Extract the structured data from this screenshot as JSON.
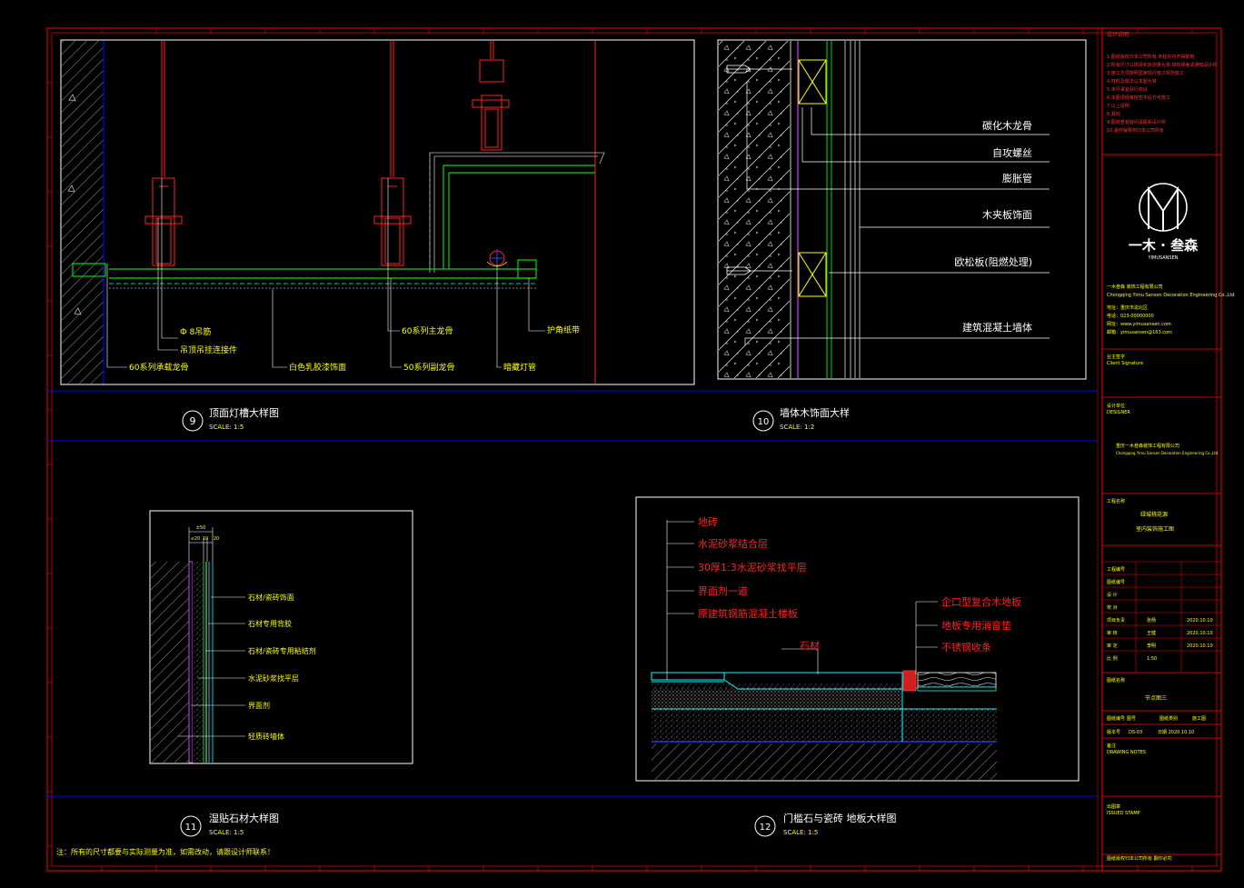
{
  "details": {
    "d9": {
      "num": "9",
      "title": "顶面灯槽大样图",
      "scale": "SCALE: 1:5",
      "labels": [
        "Ф 8吊筋",
        "吊顶吊挂连接件",
        "60系列承载龙骨",
        "白色乳胶漆饰面",
        "60系列主龙骨",
        "50系列副龙骨",
        "暗藏灯管",
        "护角纸带"
      ]
    },
    "d10": {
      "num": "10",
      "title": "墙体木饰面大样",
      "scale": "SCALE: 1:2",
      "labels": [
        "碳化木龙骨",
        "自攻螺丝",
        "膨胀管",
        "木夹板饰面",
        "欧松板(阻燃处理)",
        "建筑混凝土墙体"
      ]
    },
    "d11": {
      "num": "11",
      "title": "湿贴石材大样图",
      "scale": "SCALE: 1:5",
      "dims": [
        "±50",
        "≤20",
        "10",
        "20"
      ],
      "labels": [
        "石材/瓷砖饰面",
        "石材专用背胶",
        "石材/瓷砖专用粘结剂",
        "水泥砂浆找平层",
        "界面剂",
        "轻质砖墙体"
      ]
    },
    "d12": {
      "num": "12",
      "title": "门槛石与瓷砖 地板大样图",
      "scale": "SCALE: 1:5",
      "labels": [
        "地砖",
        "水泥砂浆结合层",
        "30厚1:3水泥砂浆找平层",
        "界面剂一道",
        "原建筑钢筋混凝土楼板",
        "石材",
        "企口型复合木地板",
        "地板专用消音垫",
        "不锈钢收条"
      ]
    }
  },
  "note": "注：所有的尺寸都要与实际测量为准，如需改动，请跟设计师联系！",
  "titleblock": {
    "notes_head": "设计说明",
    "notes_lines": [
      "1.图纸版权归本公司所有 未经许可不得复制",
      "2.所有尺寸以现场实际测量为准 如有误差请通知设计师",
      "3.施工方须按照国家现行施工规范施工",
      "4.材料及做法以本图为准",
      "5.未尽事宜另行商议",
      "6.本图须经审核签字后方可施工",
      "7.以上说明",
      "8.其他",
      "9.图纸若有疑问请联系设计师",
      "10.最终解释权归本公司所有"
    ],
    "logo_text": "一木 · 叁森",
    "logo_sub": "YIMUSANSEN",
    "company": "一木叁森 装饰工程有限公司",
    "company_en": "Chongqing Yimu Sansen Decoration Engineering Co.,Ltd",
    "company_lines": [
      "地址：重庆市渝北区",
      "电话：023-00000000",
      "网址：www.yimusansen.com",
      "邮箱：yimusansen@163.com"
    ],
    "section_client": "业主签字",
    "section_client_en": "Client Signature",
    "section_design": "设计单位",
    "section_design_en": "DESIGNER",
    "design_company": "重庆一木叁森装饰工程有限公司",
    "design_company_en": "Chongqing Yimu Sansen Decoration Engineering Co.,Ltd",
    "project_label": "工程名称",
    "project_name": "绿城桃花源",
    "project_sub": "室内装饰施工图",
    "rows": [
      {
        "k": "工程编号",
        "v": ""
      },
      {
        "k": "图纸编号",
        "v": ""
      },
      {
        "k": "设 计",
        "v": ""
      },
      {
        "k": "校 对",
        "v": ""
      },
      {
        "k": "项目负责",
        "v": "张杨",
        "d": "2020.10.10"
      },
      {
        "k": "审 核",
        "v": "王健",
        "d": "2020.10.10"
      },
      {
        "k": "审 定",
        "v": "李明",
        "d": "2020.10.10"
      },
      {
        "k": "比 例",
        "v": "1:50",
        "d": ""
      }
    ],
    "drawing_label": "图纸名称",
    "drawing_name": "节点图三",
    "sheet_row1": [
      "图纸编号",
      "图号",
      "图纸类别",
      "施工图"
    ],
    "sheet_row2": [
      "版本号",
      "DS-03",
      "日期 2020.10.10"
    ],
    "remark_label": "备注",
    "remark_text": "DRAWING NOTES",
    "stamp_label": "出图章",
    "stamp_text": "ISSUED STAMP",
    "footer": "图纸版权归本公司所有 翻印必究"
  },
  "colors": {
    "frame": "#ff0000",
    "yellow": "#ffff00",
    "blue": "#0000ff",
    "green": "#00ff00",
    "cyan": "#00ffff",
    "magenta": "#cc44ff",
    "white": "#ffffff"
  }
}
